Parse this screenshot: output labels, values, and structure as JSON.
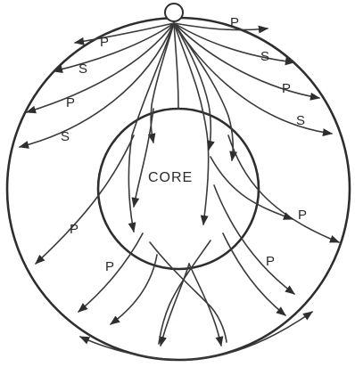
{
  "diagram": {
    "core_label": "CORE",
    "ray_labels": {
      "p_left_top": "P",
      "s_left_upper": "S",
      "p_left_mid": "P",
      "s_left_lower": "S",
      "p_right_top": "P",
      "s_right_upper": "S",
      "p_right_mid": "P",
      "s_right_lower": "S",
      "p_core_left": "P",
      "p_core_right": "P",
      "p_bottom_left": "P",
      "p_bottom_right": "P"
    },
    "colors": {
      "ink": "#3a3a3a",
      "background": "#ffffff"
    }
  }
}
